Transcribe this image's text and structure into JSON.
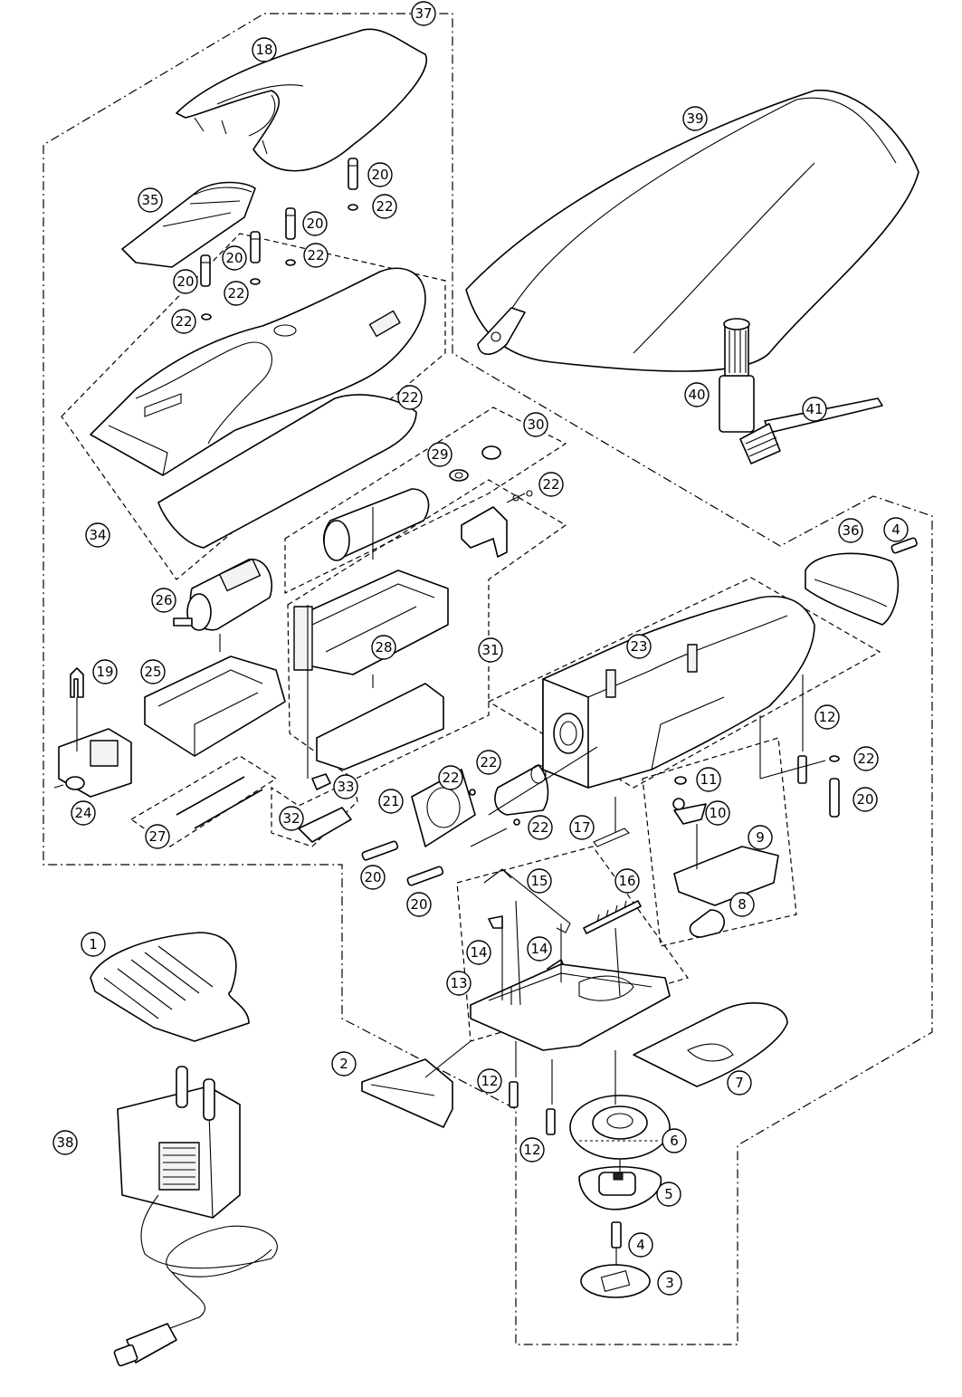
{
  "diagram": {
    "labels": {
      "l1": "1",
      "l2": "2",
      "l3": "3",
      "l4": "4",
      "l5": "5",
      "l6": "6",
      "l7": "7",
      "l8": "8",
      "l9": "9",
      "l10": "10",
      "l11": "11",
      "l12": "12",
      "l13": "13",
      "l14": "14",
      "l15": "15",
      "l16": "16",
      "l17": "17",
      "l18": "18",
      "l19": "19",
      "l20": "20",
      "l21": "21",
      "l22": "22",
      "l23": "23",
      "l24": "24",
      "l25": "25",
      "l26": "26",
      "l27": "27",
      "l28": "28",
      "l29": "29",
      "l30": "30",
      "l31": "31",
      "l32": "32",
      "l33": "33",
      "l34": "34",
      "l35": "35",
      "l36": "36",
      "l37": "37",
      "l38": "38",
      "l39": "39",
      "l40": "40",
      "l41": "41"
    }
  }
}
